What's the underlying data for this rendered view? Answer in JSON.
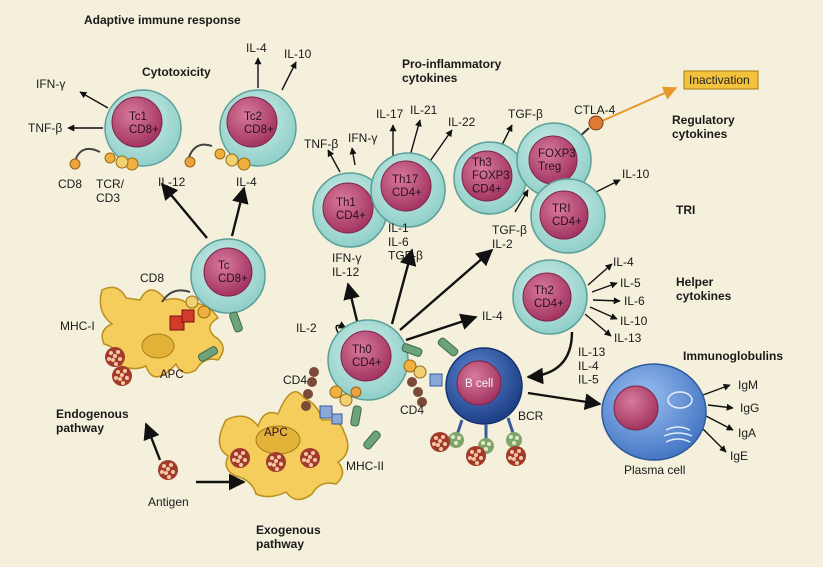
{
  "headings": {
    "adaptive": "Adaptive immune response",
    "cytotoxicity": "Cytotoxicity",
    "proinflammatory": "Pro-inflammatory\ncytokines",
    "regulatory": "Regulatory\ncytokines",
    "tri": "TRI",
    "helper": "Helper\ncytokines",
    "immunoglobulins": "Immunoglobulins",
    "endogenous": "Endogenous\npathway",
    "exogenous": "Exogenous\npathway"
  },
  "inactivation": "Inactivation",
  "cells": {
    "tc1": "Tc1\nCD8+",
    "tc2": "Tc2\nCD8+",
    "tc": "Tc\nCD8+",
    "th1": "Th1\nCD4+",
    "th17": "Th17\nCD4+",
    "th3": "Th3\nFOXP3\nCD4+",
    "foxp3treg": "FOXP3\nTreg",
    "tri": "TRI\nCD4+",
    "th2": "Th2\nCD4+",
    "th0": "Th0\nCD4+",
    "bcell": "B cell",
    "apc_top": "APC",
    "apc_bottom": "APC",
    "plasma": "Plasma cell"
  },
  "labels": {
    "ifn_gamma_tc1": "IFN-γ",
    "tnf_beta_tc1": "TNF-β",
    "cd8_tc1": "CD8",
    "tcr_cd3": "TCR/\nCD3",
    "il4_tc2": "IL-4",
    "il10_tc2": "IL-10",
    "il12": "IL-12",
    "il4_tc": "IL-4",
    "cd8_apc": "CD8",
    "mhc1": "MHC-I",
    "tnf_beta_th1": "TNF-β",
    "ifn_gamma_th1": "IFN-γ",
    "il17": "IL-17",
    "il21": "IL-21",
    "il22": "IL-22",
    "ifn_il12": "IFN-γ\nIL-12",
    "il1_il6_tgf": "IL-1\nIL-6\nTGF-β",
    "tgf_beta_th3": "TGF-β",
    "ctla4": "CTLA-4",
    "il10_tri": "IL-10",
    "tgf_il2": "TGF-β\nIL-2",
    "helper_il4": "IL-4",
    "helper_il5": "IL-5",
    "helper_il6": "IL-6",
    "helper_il10": "IL-10",
    "helper_il13": "IL-13",
    "il4_th0": "IL-4",
    "il2": "IL-2",
    "cd4_apc": "CD4",
    "cd4_th0": "CD4",
    "mhc2": "MHC-II",
    "th2_to_b": "IL-13\nIL-4\nIL-5",
    "bcr": "BCR",
    "antigen": "Antigen",
    "igm": "IgM",
    "igg": "IgG",
    "iga": "IgA",
    "ige": "IgE"
  },
  "colors": {
    "background": "#f4f0dc",
    "t_cell_outer": "#a7dcd6",
    "nucleus": "#b3406a",
    "apc": "#f4cd5c",
    "b_cell": "#2f5fae",
    "plasma_cell": "#5d8fd6",
    "virus": "#a43a2c",
    "inactivation_box": "#f2c23c",
    "inactivation_arrow": "#e8972a"
  }
}
